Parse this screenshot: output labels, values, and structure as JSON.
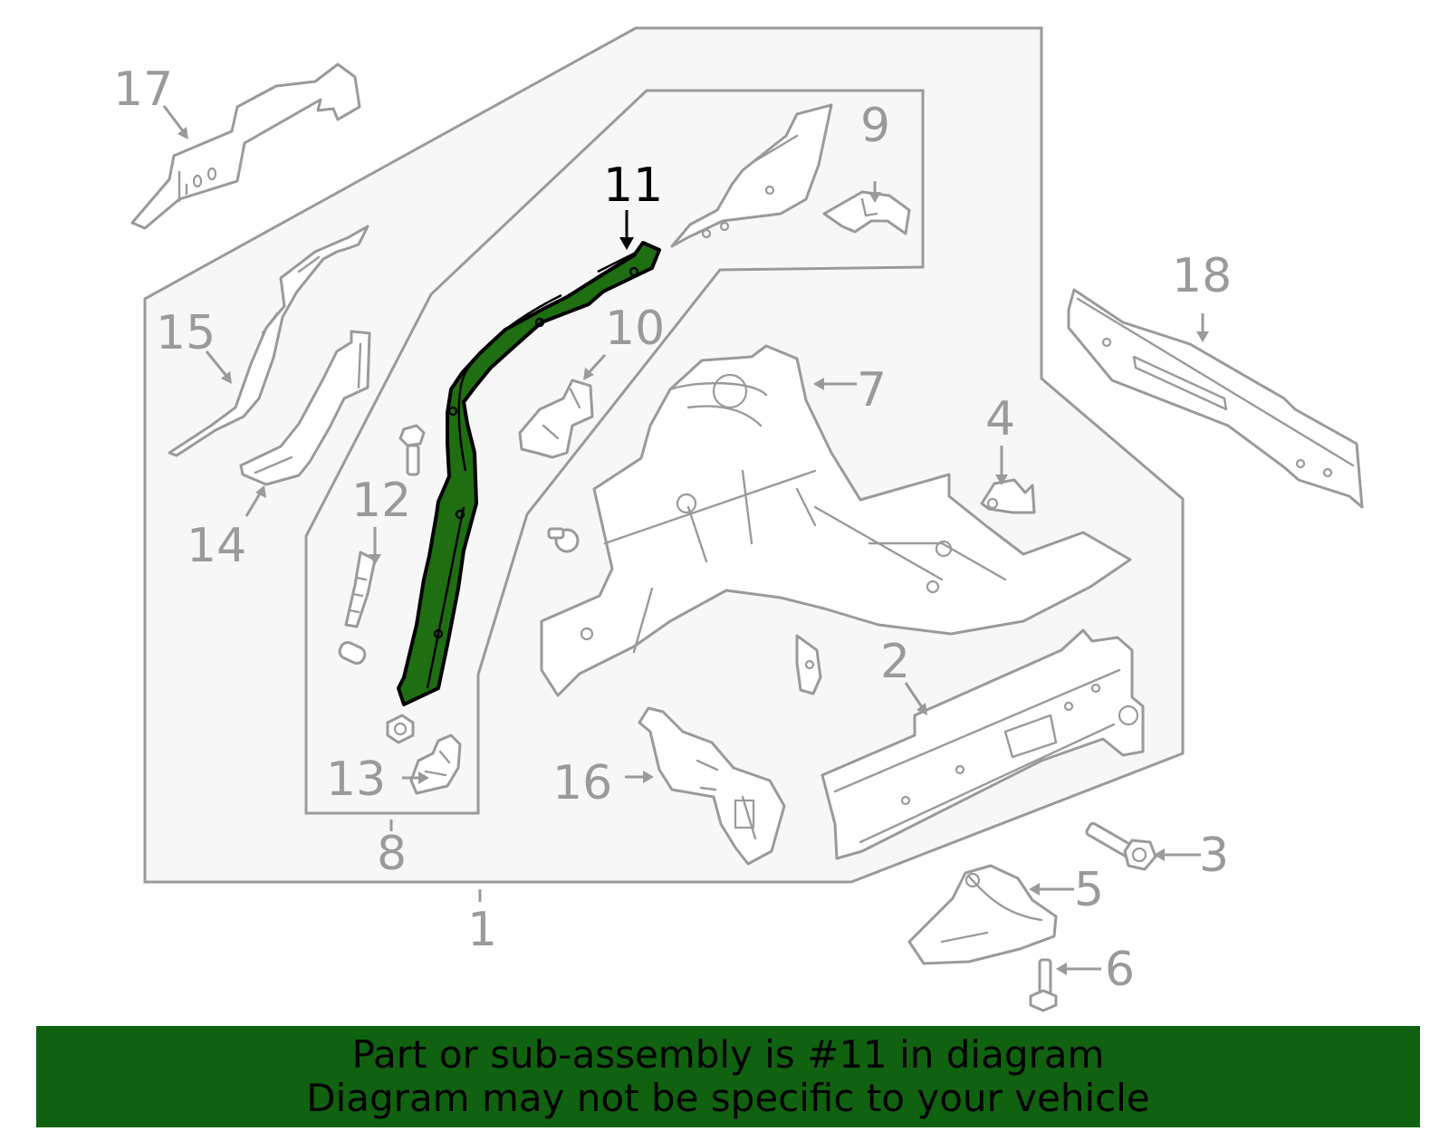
{
  "diagram": {
    "highlight_part": "11",
    "callouts": {
      "c1": "1",
      "c2": "2",
      "c3": "3",
      "c4": "4",
      "c5": "5",
      "c6": "6",
      "c7": "7",
      "c8": "8",
      "c9": "9",
      "c10": "10",
      "c11": "11",
      "c12": "12",
      "c13": "13",
      "c14": "14",
      "c15": "15",
      "c16": "16",
      "c17": "17",
      "c18": "18"
    },
    "colors": {
      "highlight_fill": "#1f6e12",
      "line": "#9a9a9a",
      "panel": "#f7f7f7",
      "banner": "#106210"
    }
  },
  "banner": {
    "line1": "Part or sub-assembly is #11 in diagram",
    "line2": "Diagram may not be specific to your vehicle"
  }
}
